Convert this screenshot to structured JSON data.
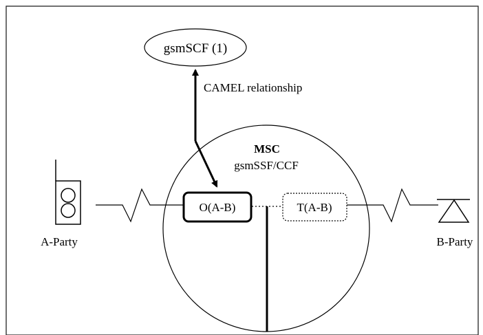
{
  "diagram": {
    "gsmscf_label": "gsmSCF (1)",
    "camel_label": "CAMEL relationship",
    "msc_label": "MSC",
    "ssf_label": "gsmSSF/CCF",
    "o_box_label": "O(A-B)",
    "t_box_label": "T(A-B)",
    "a_party_label": "A-Party",
    "b_party_label": "B-Party"
  }
}
